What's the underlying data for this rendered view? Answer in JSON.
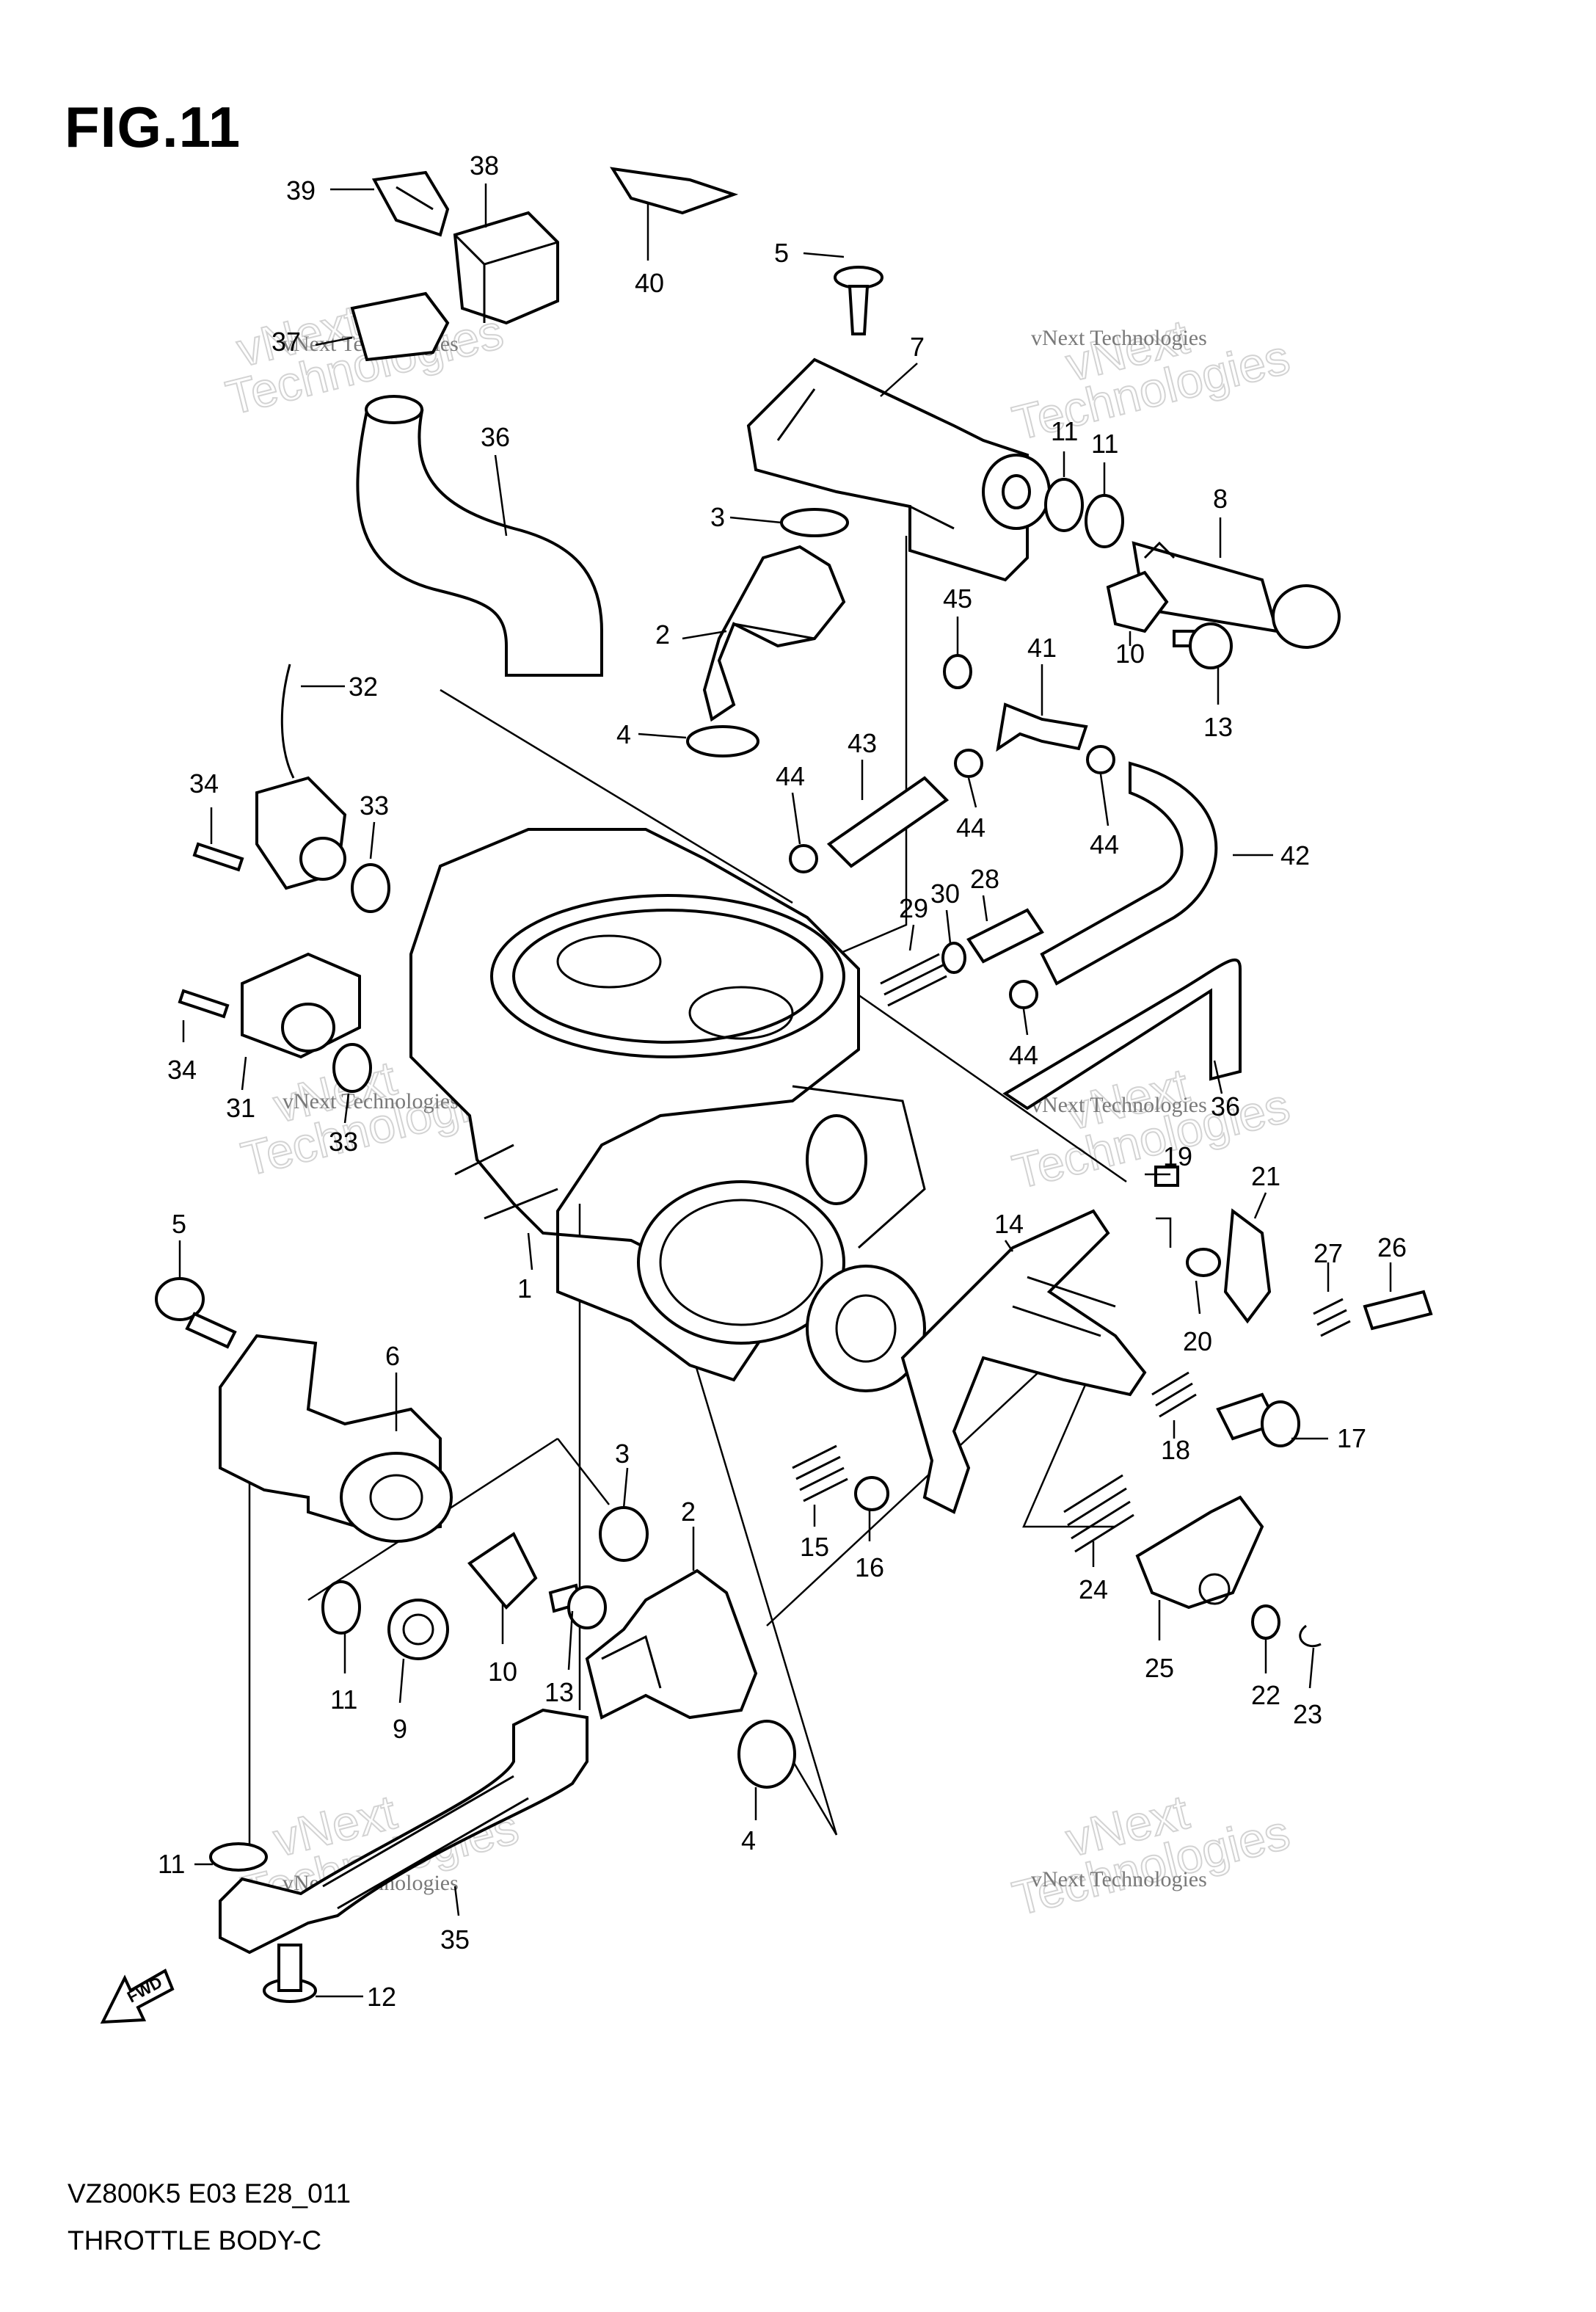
{
  "figure": {
    "title": "FIG.11",
    "model_code": "VZ800K5 E03 E28_011",
    "name": "THROTTLE BODY-C"
  },
  "watermark": {
    "line1": "vNext Technologies",
    "line2a": "vNext",
    "line2b": "Technologies"
  },
  "fwd_label": "FWD",
  "callouts": [
    "1",
    "2",
    "3",
    "4",
    "5",
    "6",
    "7",
    "8",
    "9",
    "10",
    "11",
    "12",
    "13",
    "14",
    "15",
    "16",
    "17",
    "18",
    "19",
    "20",
    "21",
    "22",
    "23",
    "24",
    "25",
    "26",
    "27",
    "28",
    "29",
    "30",
    "31",
    "32",
    "33",
    "34",
    "35",
    "36",
    "37",
    "38",
    "39",
    "40",
    "41",
    "42",
    "43",
    "44",
    "45"
  ]
}
